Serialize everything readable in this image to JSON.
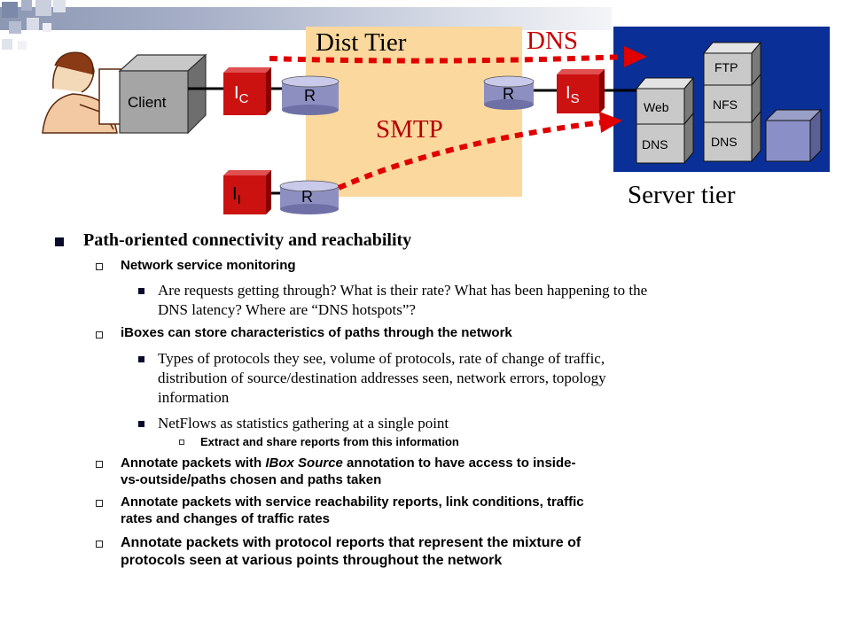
{
  "diagram": {
    "dist_tier_label": "Dist Tier",
    "smtp_label": "SMTP",
    "dns_label": "DNS",
    "server_tier_label": "Server tier",
    "client_label": "Client",
    "ibox_c": "I",
    "ibox_c_sub": "C",
    "ibox_s": "I",
    "ibox_s_sub": "S",
    "ibox_i": "I",
    "ibox_i_sub": "I",
    "router_label": "R",
    "server_ftp": "FTP",
    "server_nfs": "NFS",
    "server_dns": "DNS",
    "server_web": "Web",
    "colors": {
      "dist_tier": "#fbd89d",
      "server_tier": "#0a2f96",
      "ibox": "#cc1111",
      "router": "#8d8fc0",
      "arrow": "#e00000"
    }
  },
  "content": {
    "b1": "Path-oriented connectivity and reachability",
    "b1_1": "Network service monitoring",
    "b1_1_1a": "Are requests getting through?  What is their rate?  What has been happening to the",
    "b1_1_1b": "DNS latency?  Where are “DNS hotspots”?",
    "b1_2": "iBoxes can store characteristics of paths through the network",
    "b1_2_1a": "Types of protocols they see, volume of protocols, rate of change of traffic,",
    "b1_2_1b": "distribution of source/destination addresses seen, network errors, topology",
    "b1_2_1c": "information",
    "b1_2_2": "NetFlows as statistics gathering at a single point",
    "b1_2_2_1": "Extract and share reports from this information",
    "b1_3_pre": "Annotate packets with ",
    "b1_3_ital": "IBox Source",
    "b1_3_post": " annotation to have access to inside-",
    "b1_3_line2": "vs-outside/paths chosen and paths taken",
    "b1_4a": "Annotate packets with service reachability reports, link conditions, traffic",
    "b1_4b": "rates and changes of traffic rates",
    "b1_5a": "Annotate packets with protocol reports that represent the mixture of",
    "b1_5b": "protocols seen at various points throughout the network"
  }
}
